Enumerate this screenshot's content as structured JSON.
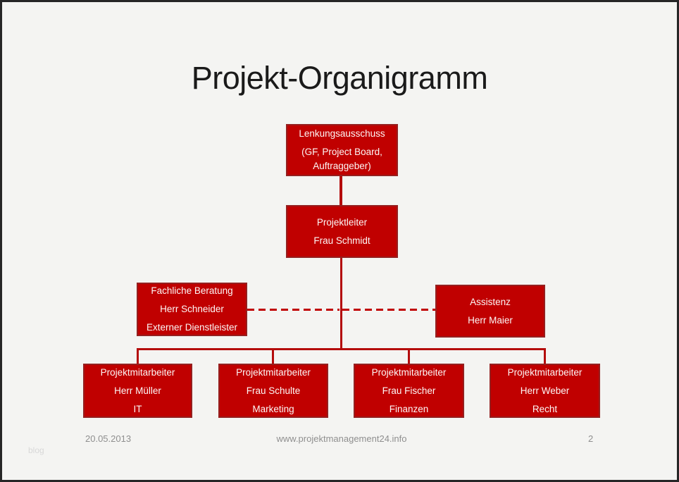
{
  "slide": {
    "title": "Projekt-Organigramm"
  },
  "org": {
    "nodes": [
      {
        "id": "lenkungsausschuss",
        "lines": [
          "Lenkungsausschuss",
          "(GF, Project Board, Auftraggeber)"
        ]
      },
      {
        "id": "projektleiter",
        "lines": [
          "Projektleiter",
          "Frau Schmidt"
        ]
      },
      {
        "id": "fachliche-beratung",
        "lines": [
          "Fachliche Beratung",
          "Herr Schneider",
          "Externer Dienstleister"
        ]
      },
      {
        "id": "assistenz",
        "lines": [
          "Assistenz",
          "Herr Maier"
        ]
      },
      {
        "id": "projektmitarbeiter-it",
        "lines": [
          "Projektmitarbeiter",
          "Herr Müller",
          "IT"
        ]
      },
      {
        "id": "projektmitarbeiter-marketing",
        "lines": [
          "Projektmitarbeiter",
          "Frau Schulte",
          "Marketing"
        ]
      },
      {
        "id": "projektmitarbeiter-finanzen",
        "lines": [
          "Projektmitarbeiter",
          "Frau Fischer",
          "Finanzen"
        ]
      },
      {
        "id": "projektmitarbeiter-recht",
        "lines": [
          "Projektmitarbeiter",
          "Herr Weber",
          "Recht"
        ]
      }
    ],
    "edges": [
      {
        "from": "lenkungsausschuss",
        "to": "projektleiter",
        "style": "solid"
      },
      {
        "from": "projektleiter",
        "to": "projektmitarbeiter-it",
        "style": "solid"
      },
      {
        "from": "projektleiter",
        "to": "projektmitarbeiter-marketing",
        "style": "solid"
      },
      {
        "from": "projektleiter",
        "to": "projektmitarbeiter-finanzen",
        "style": "solid"
      },
      {
        "from": "projektleiter",
        "to": "projektmitarbeiter-recht",
        "style": "solid"
      },
      {
        "from": "fachliche-beratung",
        "to": "projektleiter",
        "style": "dashed"
      },
      {
        "from": "assistenz",
        "to": "projektleiter",
        "style": "dashed"
      }
    ]
  },
  "footer": {
    "date": "20.05.2013",
    "url": "www.projektmanagement24.info",
    "page_number": "2",
    "watermark": "blog"
  },
  "colors": {
    "box_fill": "#C00000",
    "box_border": "#952020",
    "connector": "#B40C0C",
    "box_text": "#FFFFFF",
    "title_text": "#1A1A1A",
    "footer_text": "#8F8F8F",
    "background": "#F4F4F2"
  }
}
